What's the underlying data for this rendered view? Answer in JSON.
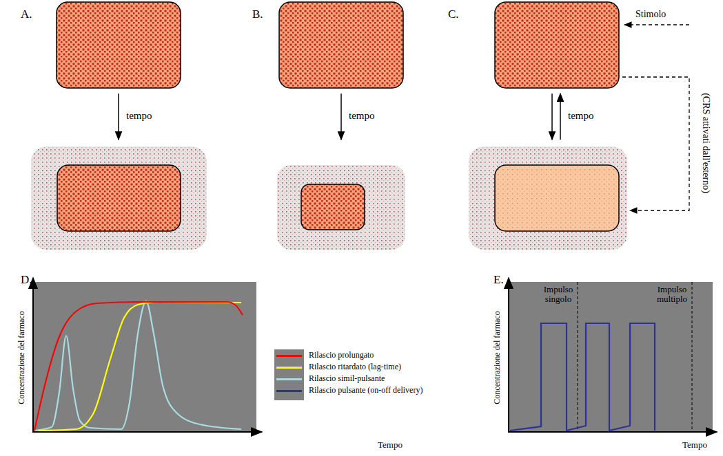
{
  "diagram": {
    "labels": [
      "A.",
      "B.",
      "C.",
      "tempo",
      "tempo",
      "tempo",
      "Stimolo",
      "(CRS attivati dall'esterno)",
      "D.",
      "Concentrazione del farmaco",
      "Tempo",
      "E.",
      "Impulso singolo",
      "Impulso multiplo",
      "Concentrazione del farmaco",
      "Tempo"
    ],
    "legend": [
      {
        "text": "Rilascio prolungato",
        "color": "#ff0000"
      },
      {
        "text": "Rilascio ritardato (lag-time)",
        "color": "#ffff00"
      },
      {
        "text": "Rilascio simil-pulsante",
        "color": "#a9dbe0"
      },
      {
        "text": "Rilascio pulsante (on-off delivery)",
        "color": "#30309a"
      }
    ]
  }
}
